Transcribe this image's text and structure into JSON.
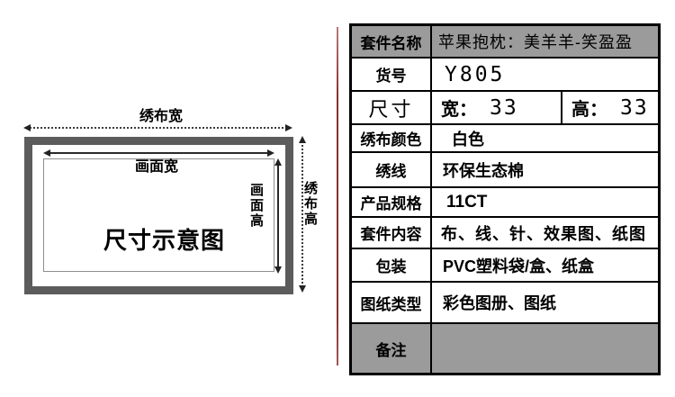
{
  "diagram": {
    "title": "尺寸示意图",
    "cloth_width_label": "绣布宽",
    "picture_width_label": "画面宽",
    "picture_height_label": "画面高",
    "cloth_height_label": "绣布高"
  },
  "spec_table": {
    "rows": [
      {
        "label": "套件名称",
        "value": "苹果抱枕：美羊羊-笑盈盈"
      },
      {
        "label": "货号",
        "value": "Y805"
      },
      {
        "label": "尺寸",
        "width_name": "宽：",
        "width_value": "33",
        "height_name": "高：",
        "height_value": "33"
      },
      {
        "label": "绣布颜色",
        "value": "白色"
      },
      {
        "label": "绣线",
        "value": "环保生态棉"
      },
      {
        "label": "产品规格",
        "value": "11CT"
      },
      {
        "label": "套件内容",
        "value": "布、线、针、效果图、纸图"
      },
      {
        "label": "包装",
        "value": "PVC塑料袋/盒、纸盒"
      },
      {
        "label": "图纸类型",
        "value": "彩色图册、图纸"
      },
      {
        "label": "备注",
        "value": ""
      }
    ]
  },
  "colors": {
    "highlight_row_bg": "#9b9b9b",
    "table_border": "#000000",
    "cloth_border": "#5c5c5c",
    "divider_line": "#8b2f2f"
  }
}
